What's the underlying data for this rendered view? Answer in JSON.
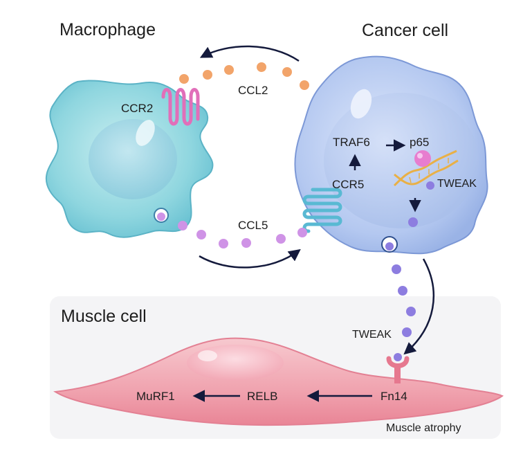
{
  "titles": {
    "macrophage": "Macrophage",
    "cancer_cell": "Cancer cell",
    "muscle_cell": "Muscle cell"
  },
  "molecules": {
    "ccl2": "CCL2",
    "ccr2": "CCR2",
    "ccl5": "CCL5",
    "ccr5": "CCR5",
    "traf6": "TRAF6",
    "p65": "p65",
    "tweak_inner": "TWEAK",
    "tweak_outer": "TWEAK",
    "fn14": "Fn14",
    "relb": "RELB",
    "murf1": "MuRF1"
  },
  "outcome": "Muscle atrophy",
  "colors": {
    "ccl2_dot": "#f2a46a",
    "ccl5_dot": "#cf93e6",
    "tweak_dot": "#8d7de0",
    "ccr2_receptor": "#e16fb9",
    "ccr5_receptor": "#59b9d3",
    "dna": "#e9b046",
    "p65": "#e77dcf",
    "fn14": "#e6788f",
    "arrow": "#141a3c"
  },
  "icons": [
    "arrow-icon",
    "receptor-icon",
    "dna-icon"
  ]
}
